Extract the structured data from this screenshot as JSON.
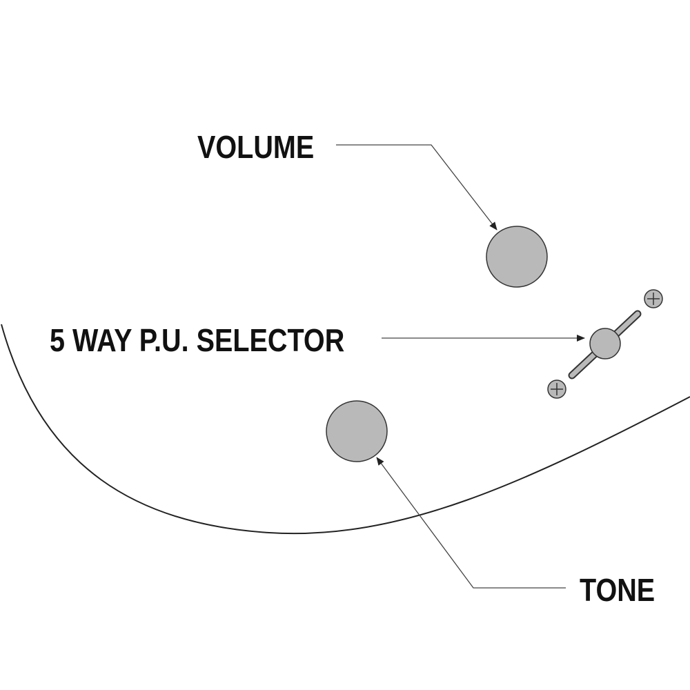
{
  "labels": {
    "volume": "VOLUME",
    "selector": "5 WAY P.U. SELECTOR",
    "tone": "TONE"
  },
  "colors": {
    "knob_fill": "#b9b9b9",
    "outline": "#222222",
    "text": "#111111",
    "background": "#ffffff"
  }
}
